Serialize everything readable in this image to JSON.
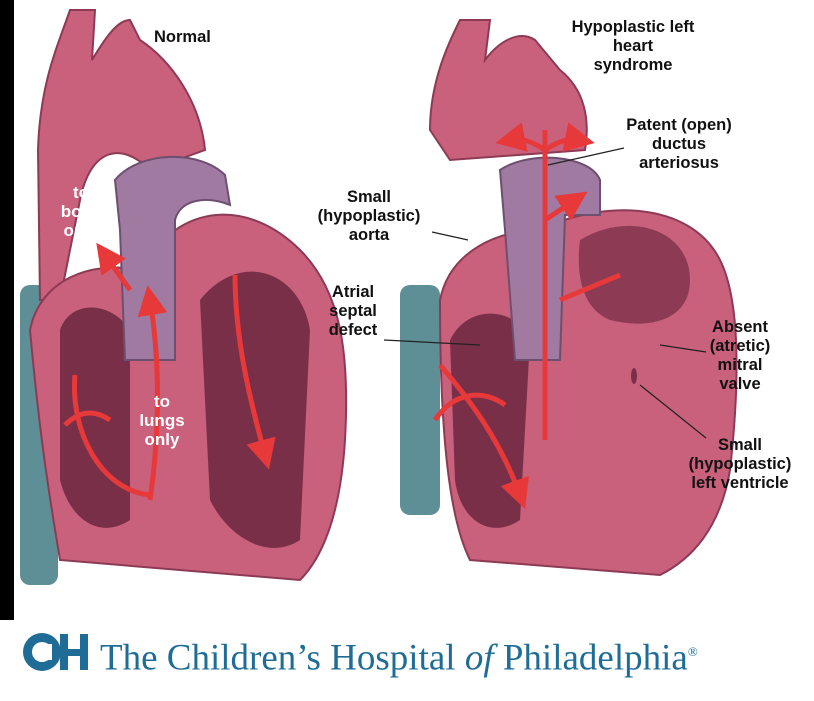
{
  "labels": {
    "normal_title": "Normal",
    "hlhs_title": "Hypoplastic left\nheart\nsyndrome",
    "to_body_only": "to\nbody\nonly",
    "to_lungs_only": "to\nlungs\nonly",
    "patent_ductus": "Patent (open)\nductus\narteriosus",
    "small_aorta": "Small\n(hypoplastic)\naorta",
    "atrial_septal_defect": "Atrial\nseptal\ndefect",
    "absent_mitral_valve": "Absent\n(atretic)\nmitral\nvalve",
    "small_left_ventricle": "Small\n(hypoplastic)\nleft ventricle"
  },
  "footer": {
    "org_pre": "The Children’s Hospital ",
    "org_of": "of",
    "org_post": " Philadelphia",
    "registered": "®"
  },
  "colors": {
    "heart_muscle": "#c9607c",
    "heart_dark": "#8d3b55",
    "vessel_purple": "#a07aa0",
    "vein_teal": "#5e8f96",
    "flow_arrow": "#e8393a",
    "brand_blue": "#1f6d96"
  }
}
